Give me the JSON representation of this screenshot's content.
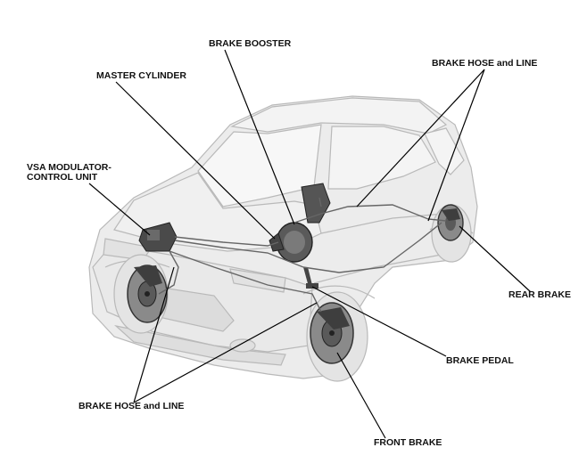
{
  "labels": {
    "brake_booster": "BRAKE BOOSTER",
    "master_cylinder": "MASTER CYLINDER",
    "brake_hose_line_rear": "BRAKE HOSE and LINE",
    "vsa_line1": "VSA MODULATOR-",
    "vsa_line2": "CONTROL UNIT",
    "rear_brake": "REAR BRAKE",
    "brake_pedal": "BRAKE PEDAL",
    "brake_hose_line_front": "BRAKE HOSE and LINE",
    "front_brake": "FRONT BRAKE"
  },
  "colors": {
    "car_body": "#e8e8e8",
    "car_outline": "#b8b8b8",
    "component": "#555555",
    "leader": "#000000"
  }
}
